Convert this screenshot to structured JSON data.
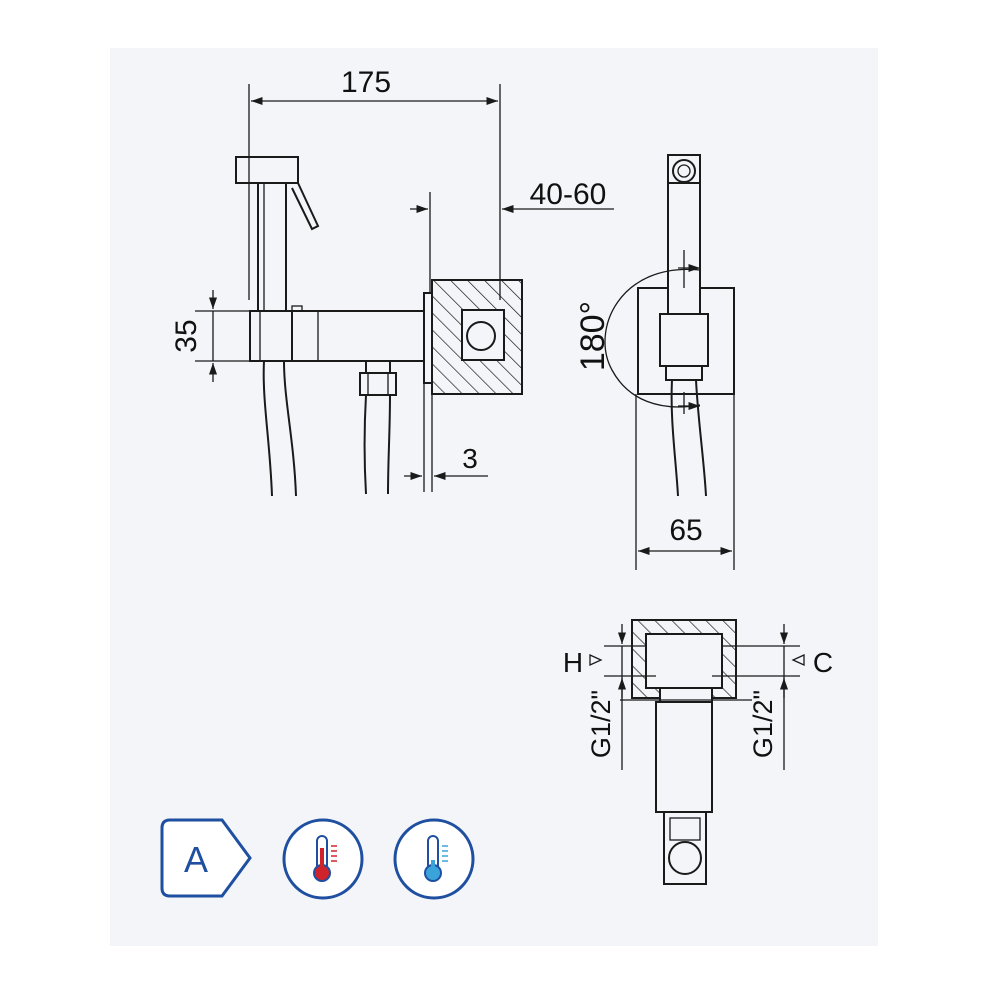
{
  "dimensions": {
    "width_175": "175",
    "wall_40_60": "40-60",
    "height_35": "35",
    "plate_3": "3",
    "angle_180": "180°",
    "width_65": "65",
    "label_h": "H",
    "label_c": "C",
    "thread_left": "G1/2\"",
    "thread_right": "G1/2\""
  },
  "badges": [
    {
      "name": "class-a-badge",
      "text": "A",
      "icon": "energy-class-arrow-icon"
    },
    {
      "name": "hot-water-badge",
      "icon": "thermometer-hot-icon"
    },
    {
      "name": "cold-water-badge",
      "icon": "thermometer-cold-icon"
    }
  ],
  "colors": {
    "panel_bg": "#f3f5f9",
    "badge_blue": "#1e4fa0",
    "hot_red": "#d0222a",
    "cold_blue": "#3aa3d9"
  }
}
